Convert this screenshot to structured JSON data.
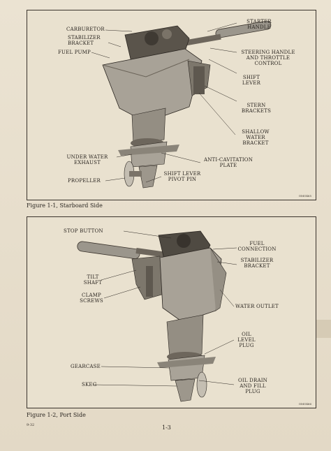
{
  "figure1": {
    "labels": {
      "carburetor": "CARBURETOR",
      "stabilizer_bracket": "STABILIZER\nBRACKET",
      "fuel_pump": "FUEL PUMP",
      "starter_handle": "STARTER\nHANDLE",
      "steering_handle": "STEERING HANDLE\nAND THROTTLE\nCONTROL",
      "shift_lever": "SHIFT\nLEVER",
      "stern_brackets": "STERN\nBRACKETS",
      "shallow_water_bracket": "SHALLOW\nWATER\nBRACKET",
      "under_water_exhaust": "UNDER WATER\nEXHAUST",
      "anti_cavitation_plate": "ANTI-CAVITATION\nPLATE",
      "propeller": "PROPELLER",
      "shift_lever_pivot_pin": "SHIFT LEVER\nPIVOT PIN"
    },
    "code": "OMO465",
    "caption": "Figure 1-1, Starboard Side"
  },
  "figure2": {
    "labels": {
      "stop_button": "STOP BUTTON",
      "fuel_connection": "FUEL\nCONNECTION",
      "stabilizer_bracket": "STABILIZER\nBRACKET",
      "tilt_shaft": "TILT\nSHAFT",
      "clamp_screws": "CLAMP\nSCREWS",
      "water_outlet": "WATER OUTLET",
      "oil_level_plug": "OIL\nLEVEL\nPLUG",
      "gearcase": "GEARCASE",
      "skeg": "SKEG",
      "oil_drain_fill_plug": "OIL DRAIN\nAND FILL\nPLUG"
    },
    "code": "OMO466",
    "caption": "Figure 1-2,  Port Side"
  },
  "footer": {
    "page_number": "1-3",
    "corner_mark": "9-32"
  }
}
